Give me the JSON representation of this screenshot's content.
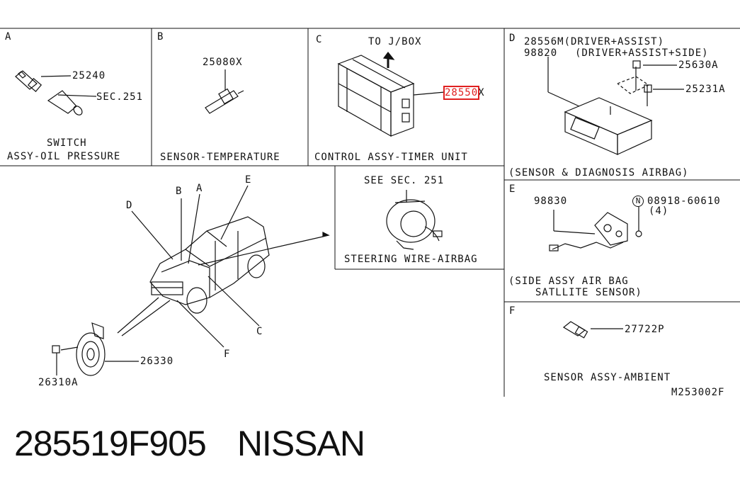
{
  "panels": {
    "A": {
      "letter": "A",
      "parts": [
        "25240",
        "SEC.251"
      ],
      "caption_1": "SWITCH",
      "caption_2": "ASSY-OIL PRESSURE"
    },
    "B": {
      "letter": "B",
      "parts": [
        "25080X"
      ],
      "caption": "SENSOR-TEMPERATURE"
    },
    "C": {
      "letter": "C",
      "direction": "TO J/BOX",
      "part_prefix": "2855",
      "part_highlight": "0",
      "part_suffix": "X",
      "caption": "CONTROL ASSY-TIMER UNIT"
    },
    "D": {
      "letter": "D",
      "part_1": "28556M",
      "part_1_desc": "(DRIVER+ASSIST)",
      "part_2": "98820",
      "part_2_desc": "(DRIVER+ASSIST+SIDE)",
      "part_3": "25630A",
      "part_4": "25231A",
      "caption": "(SENSOR & DIAGNOSIS AIRBAG)"
    },
    "steering": {
      "ref": "SEE SEC. 251",
      "caption": "STEERING WIRE-AIRBAG"
    },
    "E": {
      "letter": "E",
      "part_1": "98830",
      "nut_symbol": "N",
      "part_2": "08918-60610",
      "qty": "(4)",
      "caption_1": "(SIDE ASSY AIR BAG",
      "caption_2": "SATLLITE SENSOR)"
    },
    "F": {
      "letter": "F",
      "part": "27722P",
      "caption": "SENSOR ASSY-AMBIENT"
    },
    "vehicle": {
      "callouts": [
        "D",
        "B",
        "A",
        "E",
        "C",
        "F"
      ],
      "horn_part": "26330",
      "bolt_part": "26310A"
    }
  },
  "drawing_code": "M253002F",
  "footer": {
    "part_number": "285519F905",
    "brand": "NISSAN"
  },
  "colors": {
    "line": "#111111",
    "highlight": "#e02020",
    "background": "#ffffff"
  }
}
